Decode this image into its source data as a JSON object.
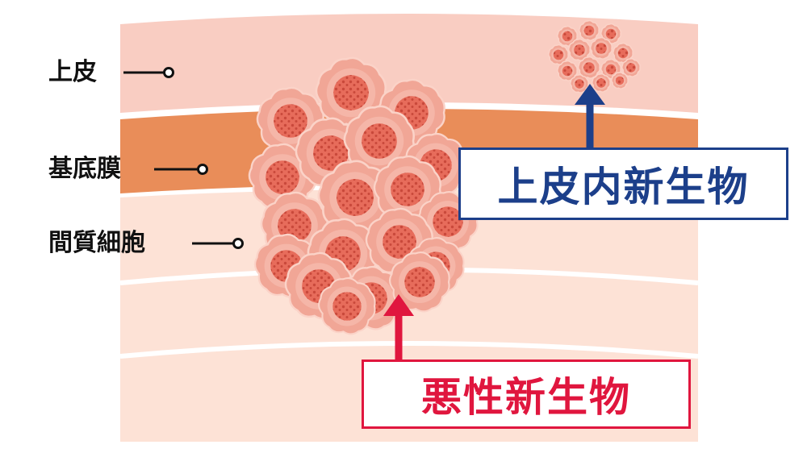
{
  "layers": {
    "epithelium": "上皮",
    "basement_membrane": "基底膜",
    "stromal_cells": "間質細胞"
  },
  "callouts": {
    "epithelial_neoplasm": "上皮内新生物",
    "malignant_neoplasm": "悪性新生物"
  },
  "colors": {
    "epithelium": "#f9cdc2",
    "basement_membrane": "#e98d59",
    "stroma": "#fde2d6",
    "cell_rim": "#f1a696",
    "cell_core": "#e76c5b",
    "epithelial_accent": "#1c3f8a",
    "malignant_accent": "#e0163e"
  }
}
